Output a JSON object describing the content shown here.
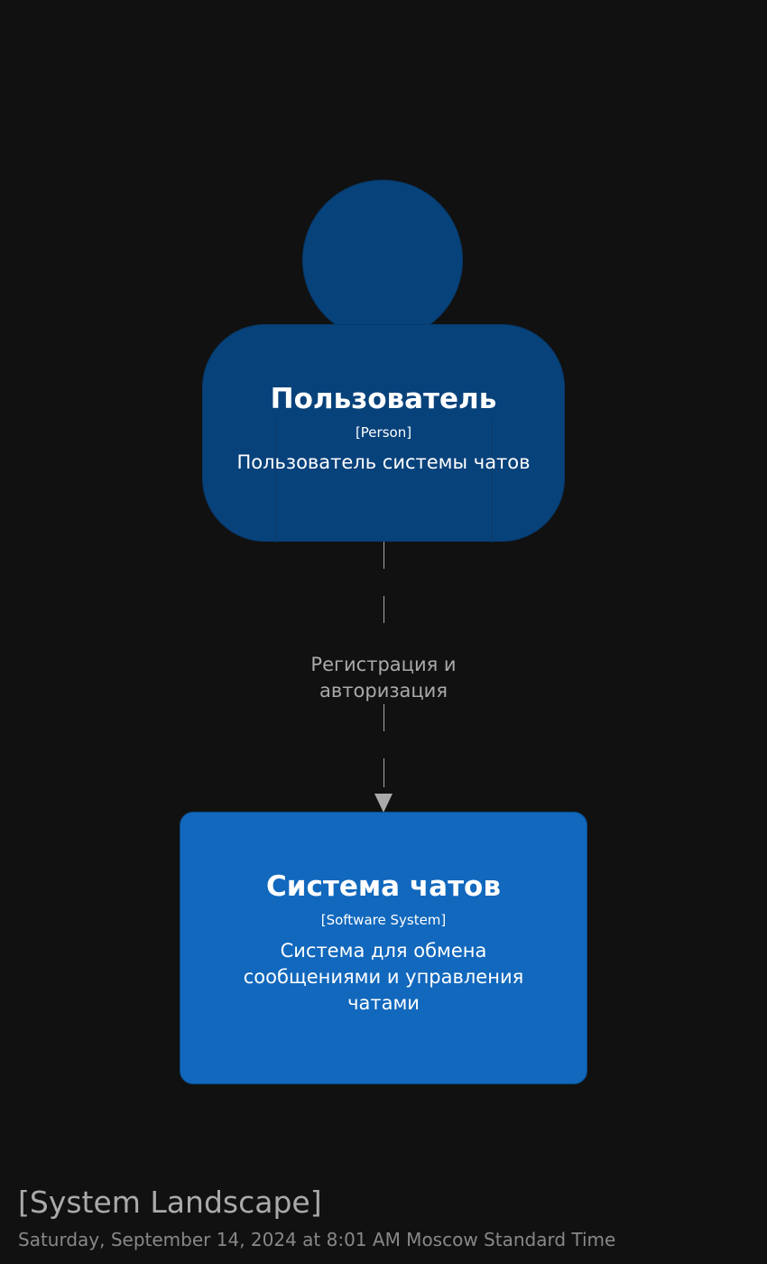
{
  "person": {
    "name": "Пользователь",
    "type": "[Person]",
    "description": "Пользователь системы чатов",
    "color": "#08427b"
  },
  "relationship": {
    "label": "Регистрация и авторизация",
    "color": "#aaaaaa",
    "style": "dashed"
  },
  "system": {
    "name": "Система чатов",
    "type": "[Software System]",
    "description": "Система для обмена сообщениями и управления чатами",
    "color": "#1168bd"
  },
  "footer": {
    "title": "[System Landscape]",
    "date": "Saturday, September 14, 2024 at 8:01 AM Moscow Standard Time"
  }
}
